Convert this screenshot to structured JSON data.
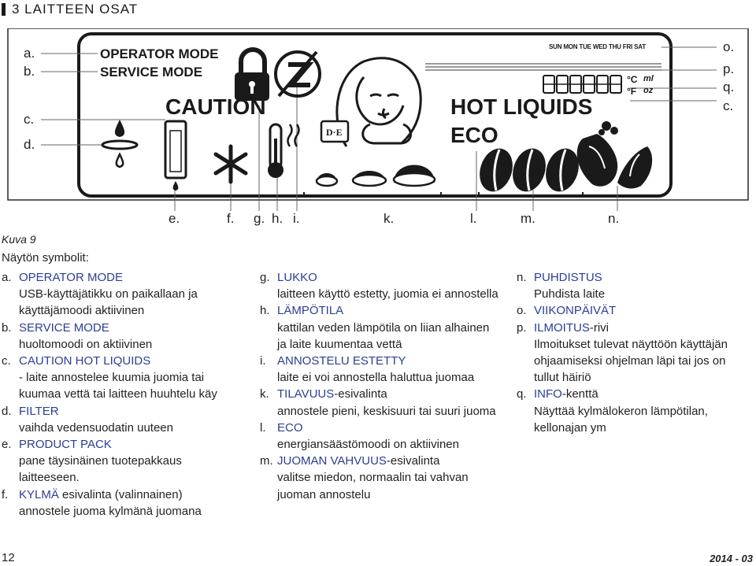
{
  "header": {
    "title": "3 LAITTEEN OSAT"
  },
  "panel": {
    "mode_labels": {
      "operator": "OPERATOR MODE",
      "service": "SERVICE MODE"
    },
    "caution": "CAUTION",
    "hot_liquids": "HOT LIQUIDS",
    "eco": "ECO",
    "weekdays": "SUN MON TUE WED THU FRI SAT",
    "info_digits": "888888",
    "unit_c": "°C",
    "unit_f": "°F",
    "unit_ml": "ml",
    "unit_oz": "oz",
    "brand_badge": "D·E",
    "left_labels": [
      "a.",
      "b.",
      "c.",
      "d."
    ],
    "right_labels": [
      "o.",
      "p.",
      "q.",
      "c."
    ],
    "bottom_labels": [
      "e.",
      "f.",
      "g.",
      "h.",
      "i.",
      "k.",
      "l.",
      "m.",
      "n."
    ]
  },
  "figure_caption": "Kuva 9",
  "symbols_heading": "Näytön symbolit:",
  "column1": [
    {
      "letter": "a.",
      "term": "OPERATOR MODE",
      "desc": "USB-käyttäjätikku on paikallaan ja käyttäjämoodi aktiivinen"
    },
    {
      "letter": "b.",
      "term": "SERVICE MODE",
      "desc": "huoltomoodi on aktiivinen"
    },
    {
      "letter": "c.",
      "term": "CAUTION HOT LIQUIDS",
      "desc": "- laite annostelee kuumia juomia tai kuumaa vettä tai laitteen huuhtelu käy"
    },
    {
      "letter": "d.",
      "term": "FILTER",
      "desc": "vaihda vedensuodatin uuteen"
    },
    {
      "letter": "e.",
      "term": "PRODUCT PACK",
      "desc": "pane täysinäinen tuotepakkaus laitteeseen."
    },
    {
      "letter": "f.",
      "term": "KYLMÄ",
      "plain": " esivalinta (valinnainen)",
      "desc": "annostele juoma kylmänä juomana"
    }
  ],
  "column2": [
    {
      "letter": "g.",
      "term": "LUKKO",
      "desc": "laitteen käyttö estetty, juomia ei annostella"
    },
    {
      "letter": "h.",
      "term": "LÄMPÖTILA",
      "desc": "kattilan veden lämpötila on liian alhainen ja laite kuumentaa vettä"
    },
    {
      "letter": "i.",
      "term": "ANNOSTELU ESTETTY",
      "desc": "laite ei voi annostella haluttua juomaa"
    },
    {
      "letter": "k.",
      "term": "TILAVUUS",
      "plain": "-esivalinta",
      "desc": "annostele pieni, keskisuuri tai suuri juoma"
    },
    {
      "letter": "l.",
      "term": "ECO",
      "desc": "energiansäästömoodi on aktiivinen"
    },
    {
      "letter": "m.",
      "term": "JUOMAN VAHVUUS",
      "plain": "-esivalinta",
      "desc": "valitse miedon, normaalin tai vahvan juoman annostelu"
    }
  ],
  "column3": [
    {
      "letter": "n.",
      "term": "PUHDISTUS",
      "desc": "Puhdista laite"
    },
    {
      "letter": "o.",
      "term": "VIIKONPÄIVÄT",
      "desc": ""
    },
    {
      "letter": "p.",
      "term": "ILMOITUS",
      "plain": "-rivi",
      "desc": "Ilmoitukset tulevat näyttöön käyttäjän ohjaamiseksi ohjelman läpi tai jos on tullut häiriö"
    },
    {
      "letter": "q.",
      "term": "INFO",
      "plain": "-kenttä",
      "desc": "Näyttää kylmälokeron lämpötilan, kellonajan ym"
    }
  ],
  "footer": {
    "page_number": "12",
    "date_code": "2014 - 03"
  }
}
